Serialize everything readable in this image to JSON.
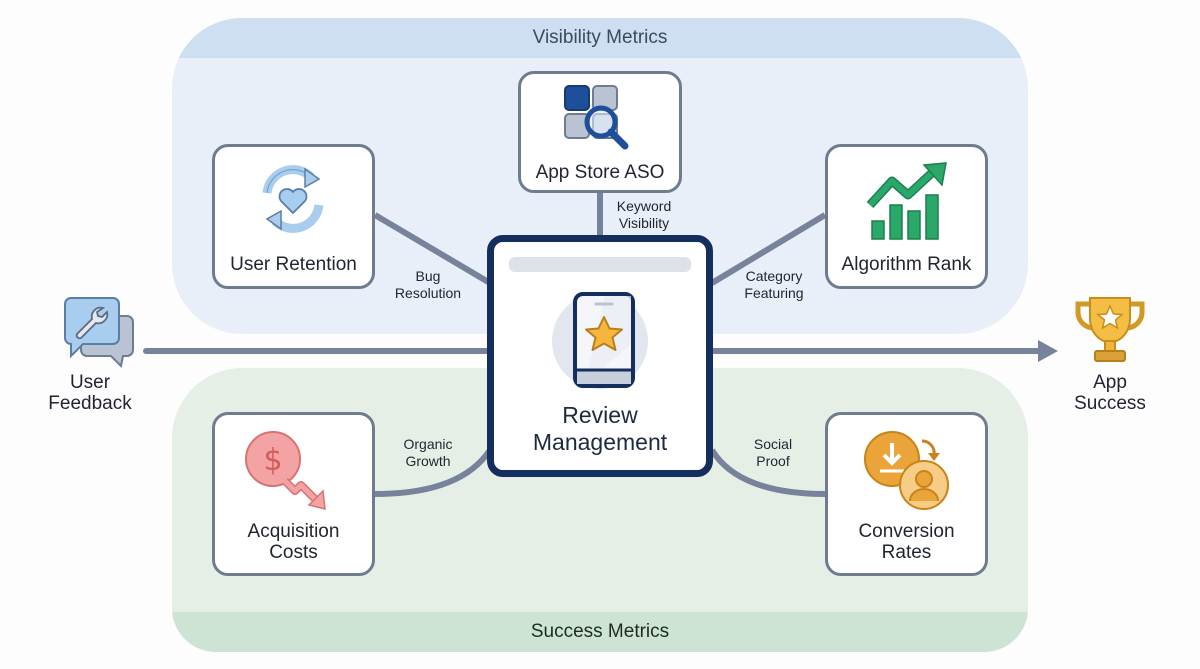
{
  "diagram": {
    "title_top": "Visibility Metrics",
    "title_bottom": "Success Metrics",
    "center": {
      "label_line1": "Review",
      "label_line2": "Management",
      "icon": "phone-star-icon"
    },
    "input": {
      "label_line1": "User",
      "label_line2": "Feedback",
      "icon": "chat-wrench-icon"
    },
    "output": {
      "label_line1": "App",
      "label_line2": "Success",
      "icon": "trophy-icon"
    },
    "nodes": {
      "aso": {
        "label": "App Store ASO",
        "icon": "search-apps-icon"
      },
      "retention": {
        "label": "User Retention",
        "icon": "heart-cycle-icon"
      },
      "algorithm": {
        "label": "Algorithm Rank",
        "icon": "rising-chart-icon"
      },
      "acquisition": {
        "label_line1": "Acquisition",
        "label_line2": "Costs",
        "icon": "dollar-down-icon"
      },
      "conversion": {
        "label_line1": "Conversion",
        "label_line2": "Rates",
        "icon": "download-user-icon"
      }
    },
    "edges": {
      "aso": {
        "line1": "Keyword",
        "line2": "Visibility"
      },
      "retention": {
        "line1": "Bug",
        "line2": "Resolution"
      },
      "algorithm": {
        "line1": "Category",
        "line2": "Featuring"
      },
      "acquisition": {
        "line1": "Organic",
        "line2": "Growth"
      },
      "conversion": {
        "line1": "Social",
        "line2": "Proof"
      }
    },
    "colors": {
      "center_border": "#142f5e",
      "connector": "#76839a",
      "visibility_panel": "#e8eff8",
      "success_panel": "#e6efe6",
      "growth_green": "#2aa86a",
      "cost_red": "#e88a8a",
      "conversion_orange": "#eba43a",
      "trophy_gold": "#f0b53a"
    }
  }
}
